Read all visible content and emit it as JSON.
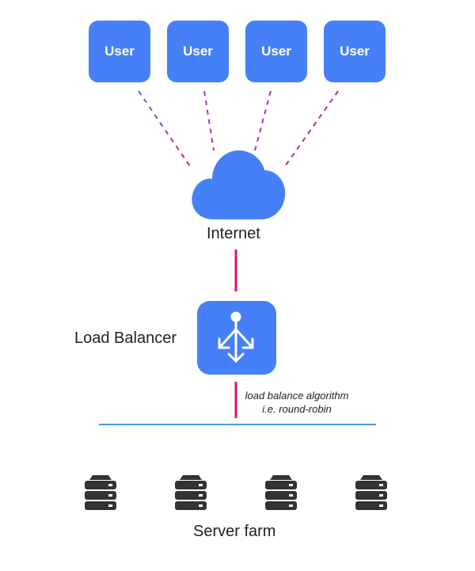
{
  "users": [
    {
      "label": "User"
    },
    {
      "label": "User"
    },
    {
      "label": "User"
    },
    {
      "label": "User"
    }
  ],
  "internet": {
    "label": "Internet",
    "icon": "cloud-icon"
  },
  "load_balancer": {
    "label": "Load Balancer",
    "icon": "load-balancer-arrows-icon"
  },
  "algorithm_note": {
    "line1": "load balance algorithm",
    "line2": "i.e. round-robin"
  },
  "servers": {
    "label": "Server farm",
    "count": 4,
    "icon": "server-icon"
  },
  "colors": {
    "accent_blue": "#4580f8",
    "link_pink": "#e8125c",
    "bus_blue": "#4a9ed8",
    "server_dark": "#333333"
  }
}
